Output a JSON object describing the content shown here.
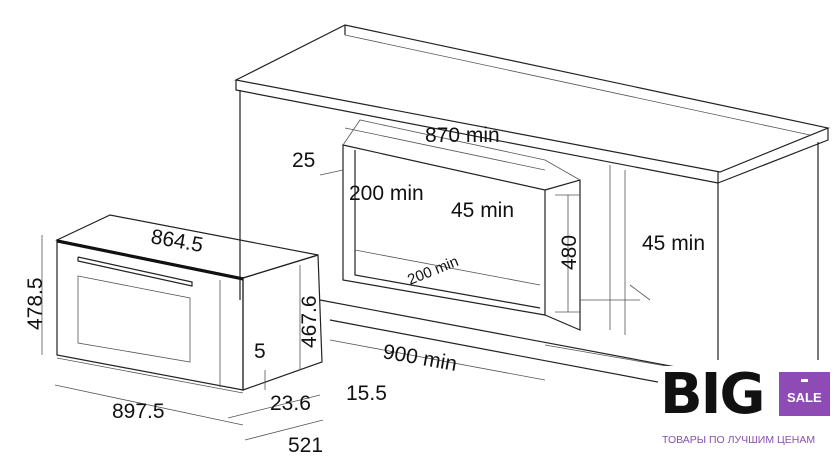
{
  "dimensions": {
    "niche_width": "870 min",
    "niche_side_gap": "25",
    "niche_depth": "200 min",
    "niche_vent": "45 min",
    "niche_floor_depth": "200 min",
    "niche_height": "480",
    "rear_vent": "45 min",
    "cabinet_width": "900 min",
    "oven_top_width": "864.5",
    "oven_front_height": "478.5",
    "oven_body_height": "467.6",
    "oven_bottom_gap": "5",
    "oven_front_thickness": "23.6",
    "cabinet_offset": "15.5",
    "oven_front_width": "897.5",
    "oven_depth": "521"
  },
  "logo": {
    "brand": "BIG",
    "badge": "SALE",
    "tagline": "ТОВАРЫ ПО ЛУЧШИМ ЦЕНАМ",
    "accent_color": "#8e4bb5"
  }
}
